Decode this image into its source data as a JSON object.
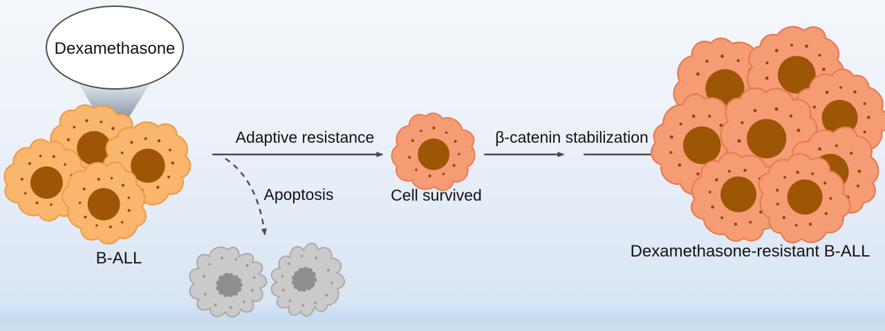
{
  "labels": {
    "dexamethasone": "Dexamethasone",
    "b_all": "B-ALL",
    "adaptive_resistance": "Adaptive resistance",
    "apoptosis": "Apoptosis",
    "cell_survived": "Cell survived",
    "beta_catenin": "β-catenin stabilization",
    "resistant_b_all": "Dexamethasone-resistant B-ALL"
  },
  "diagram": {
    "type": "flow",
    "nodes": [
      {
        "id": "dexamethasone",
        "label": "Dexamethasone",
        "type": "treatment-funnel"
      },
      {
        "id": "b-all",
        "label": "B-ALL",
        "type": "cell-cluster",
        "cells": 4
      },
      {
        "id": "apoptotic-cells",
        "label": "Apoptosis",
        "type": "dead-cells",
        "cells": 2
      },
      {
        "id": "cell-survived",
        "label": "Cell survived",
        "type": "single-cell"
      },
      {
        "id": "resistant-b-all",
        "label": "Dexamethasone-resistant B-ALL",
        "type": "cell-cluster",
        "cells": 8
      }
    ],
    "edges": [
      {
        "from": "dexamethasone",
        "to": "b-all",
        "label": "",
        "style": "funnel"
      },
      {
        "from": "b-all",
        "to": "cell-survived",
        "label": "Adaptive resistance",
        "style": "solid-arrow"
      },
      {
        "from": "b-all",
        "to": "apoptotic-cells",
        "label": "Apoptosis",
        "style": "dashed-arrow"
      },
      {
        "from": "cell-survived",
        "to": "resistant-b-all",
        "label": "β-catenin stabilization",
        "style": "solid-arrow"
      }
    ]
  },
  "colors": {
    "background_top": "#f4f7fb",
    "background_bottom": "#d4e2f2",
    "bottom_band": "#cde0f2",
    "cell_body_left": "#f9b66c",
    "cell_outline_left": "#eb9a46",
    "cell_body_right": "#f69c74",
    "cell_outline_right": "#e57c50",
    "nucleus": "#9d5506",
    "cytoplasm_dots": "#8a4a05",
    "dead_cell_body": "#cbcbcb",
    "dead_cell_nucleus": "#8f8f8f",
    "arrow": "#4a4a4a",
    "text": "#121212",
    "funnel_light": "#e6eaee",
    "funnel_dark": "#50606f"
  }
}
